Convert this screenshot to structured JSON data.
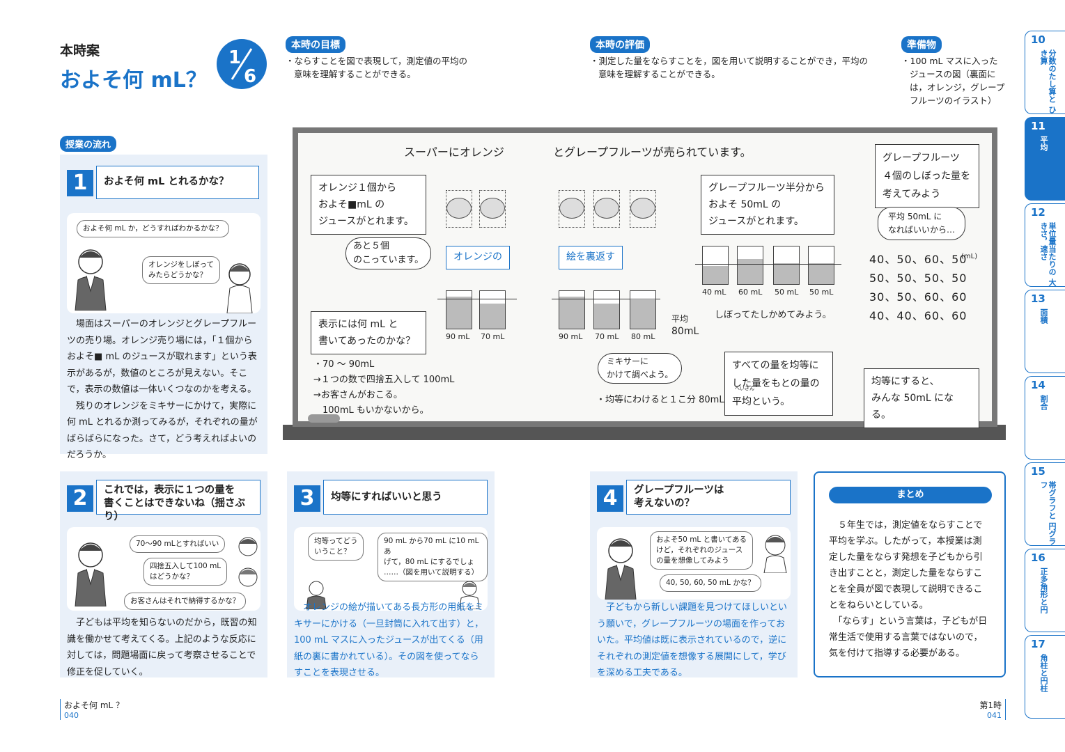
{
  "header": {
    "lesson_plan_label": "本時案",
    "title": "およそ何 mL？",
    "fraction_num": "1",
    "fraction_den": "6",
    "goal_badge": "本時の目標",
    "goal_text_1": "・ならすことを図で表現して，測定値の平均の",
    "goal_text_2": "意味を理解することができる。",
    "eval_badge": "本時の評価",
    "eval_text_1": "・測定した量をならすことを，図を用いて説明することができ，平均の",
    "eval_text_2": "意味を理解することができる。",
    "prep_badge": "準備物",
    "prep_lines": [
      "・100 mL マスに入った",
      "ジュースの図（裏面に",
      "は，オレンジ，グレープ",
      "フルーツのイラスト）"
    ]
  },
  "flow_badge": "授業の流れ",
  "step1": {
    "num": "1",
    "question": "およそ何 mL とれるかな？",
    "speech_teacher": "およそ何 mL か，どうすればわかるかな？",
    "speech_child_1": "オレンジをしぼって",
    "speech_child_2": "みたらどうかな？",
    "text": [
      "　場面はスーパーのオレンジとグレープフルー",
      "ツの売り場。オレンジ売り場には，「１個から",
      "およそ■ mL のジュースが取れます」という表",
      "示があるが，数値のところが見えない。そこ",
      "で，表示の数値は一体いくつなのかを考える。",
      "　残りのオレンジをミキサーにかけて，実際に",
      "何 mL とれるか測ってみるが，それぞれの量が",
      "ばらばらになった。さて，どう考えればよいの",
      "だろうか。"
    ]
  },
  "step2": {
    "num": "2",
    "question_1": "これでは，表示に１つの量を",
    "question_2": "書くことはできないね（揺さぶり）",
    "speech_1": "70〜90 mLとすればいい",
    "speech_2a": "四捨五入して100 mL",
    "speech_2b": "はどうかな？",
    "speech_3": "お客さんはそれで納得するかな？",
    "text": [
      "　子どもは平均を知らないのだから，既習の知",
      "識を働かせて考えてくる。上記のような反応に",
      "対しては，問題場面に戻って考察させることで",
      "修正を促していく。"
    ]
  },
  "step3": {
    "num": "3",
    "question": "均等にすればいいと思う",
    "speech_1a": "均等ってどう",
    "speech_1b": "いうこと？",
    "speech_2a": "90 mL から70 mL に10 mL あ",
    "speech_2b": "げて，80 mL にするでしょ",
    "speech_2c": "……（図を用いて説明する）",
    "text": [
      "　オレンジの絵が描いてある長方形の用紙をミ",
      "キサーにかける（一旦封筒に入れて出す）と，",
      "100 mL マスに入ったジュースが出てくる（用",
      "紙の裏に書かれている）。その図を使ってなら",
      "すことを表現させる。"
    ]
  },
  "step4": {
    "num": "4",
    "question_1": "グレープフルーツは",
    "question_2": "考えないの？",
    "speech_1a": "およそ50 mL と書いてある",
    "speech_1b": "けど，それぞれのジュース",
    "speech_1c": "の量を想像してみよう",
    "speech_2": "40, 50, 60, 50 mL かな？",
    "text": [
      "　子どもから新しい課題を見つけてほしいとい",
      "う願いで，グレープフルーツの場面を作ってお",
      "いた。平均値は既に表示されているので，逆に",
      "それぞれの測定値を想像する展開にして，学び",
      "を深める工夫である。"
    ]
  },
  "summary": {
    "badge": "まとめ",
    "text": [
      "　５年生では，測定値をならすことで",
      "平均を学ぶ。したがって，本授業は測",
      "定した量をならす発想を子どもから引",
      "き出すことと，測定した量をならすこ",
      "とを全員が図で表現して説明できるこ",
      "とをねらいとしている。",
      "　「ならす」という言葉は，子どもが日",
      "常生活で使用する言葉ではないので，",
      "気を付けて指導する必要がある。"
    ]
  },
  "board": {
    "title_1": "スーパーにオレンジ",
    "title_2": "とグレープフルーツが売られています。",
    "orange_box": [
      "オレンジ１個から",
      "およそ■mL の",
      "ジュースがとれます。"
    ],
    "remain_cloud": [
      "あと５個",
      "のこっています。"
    ],
    "orange_label": "オレンジの",
    "flip_label": "絵を裏返す",
    "cups_a": [
      "90 mL",
      "70 mL"
    ],
    "cups_b": [
      "90 mL",
      "70 mL",
      "80 mL"
    ],
    "avg_label_1": "平均",
    "avg_label_2": "80mL",
    "display_box": [
      "表示には何 mL と",
      "書いてあったのかな？"
    ],
    "notes": [
      "・70 ～ 90mL",
      "→１つの数で四捨五入して 100mL",
      "→お客さんがおこる。",
      "　100mL もいかないから。"
    ],
    "mixer_cloud": [
      "ミキサーに",
      "かけて調べよう。"
    ],
    "equal_note": "・均等にわけると１こ分 80mL",
    "grape_box": [
      "グレープフルーツ半分から",
      "およそ 50mL の",
      "ジュースがとれます。"
    ],
    "cups_c": [
      "40 mL",
      "60 mL",
      "50 mL",
      "50 mL"
    ],
    "squeeze_note": "しぼってたしかめてみよう。",
    "def_box": [
      "すべての量を均等に",
      "した量をもとの量の",
      "平均という。"
    ],
    "ruby": "へいきん",
    "grape4_box": [
      "グレープフルーツ",
      "４個のしぼった量を",
      "考えてみよう"
    ],
    "avg50_cloud": [
      "平均 50mL に",
      "なればいいから…"
    ],
    "rows": [
      "40、50、60、50",
      "50、50、50、50",
      "30、50、60、60",
      "40、40、60、60"
    ],
    "unit": "(mL)",
    "result_box": [
      "均等にすると、",
      "みんな 50mL になる。"
    ]
  },
  "footer": {
    "left_title": "およそ何 mL ？",
    "left_page": "040",
    "right_title": "第1時",
    "right_page": "041"
  },
  "tabs": [
    {
      "n": "10",
      "t": "分数のたし算と ひき算"
    },
    {
      "n": "11",
      "t": "平均"
    },
    {
      "n": "12",
      "t": "単位量当たりの 大きさ，速さ"
    },
    {
      "n": "13",
      "t": "面積"
    },
    {
      "n": "14",
      "t": "割合"
    },
    {
      "n": "15",
      "t": "帯グラフと 円グラフ"
    },
    {
      "n": "16",
      "t": "正多角形と円"
    },
    {
      "n": "17",
      "t": "角柱と円柱"
    }
  ]
}
